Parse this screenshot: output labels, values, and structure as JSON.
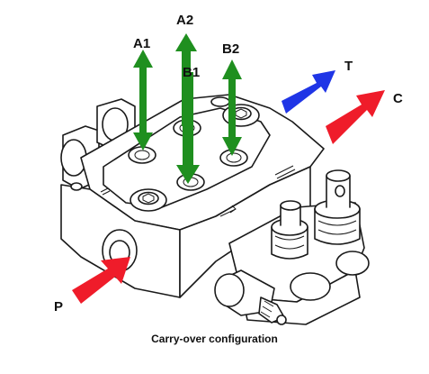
{
  "caption": "Carry-over configuration",
  "labels": {
    "a1": "A1",
    "a2": "A2",
    "b1": "B1",
    "b2": "B2",
    "t": "T",
    "c": "C",
    "p": "P"
  },
  "colors": {
    "green_arrow": "#1f8f1f",
    "blue_arrow": "#1f35e6",
    "red_arrow": "#ef1c2a"
  }
}
